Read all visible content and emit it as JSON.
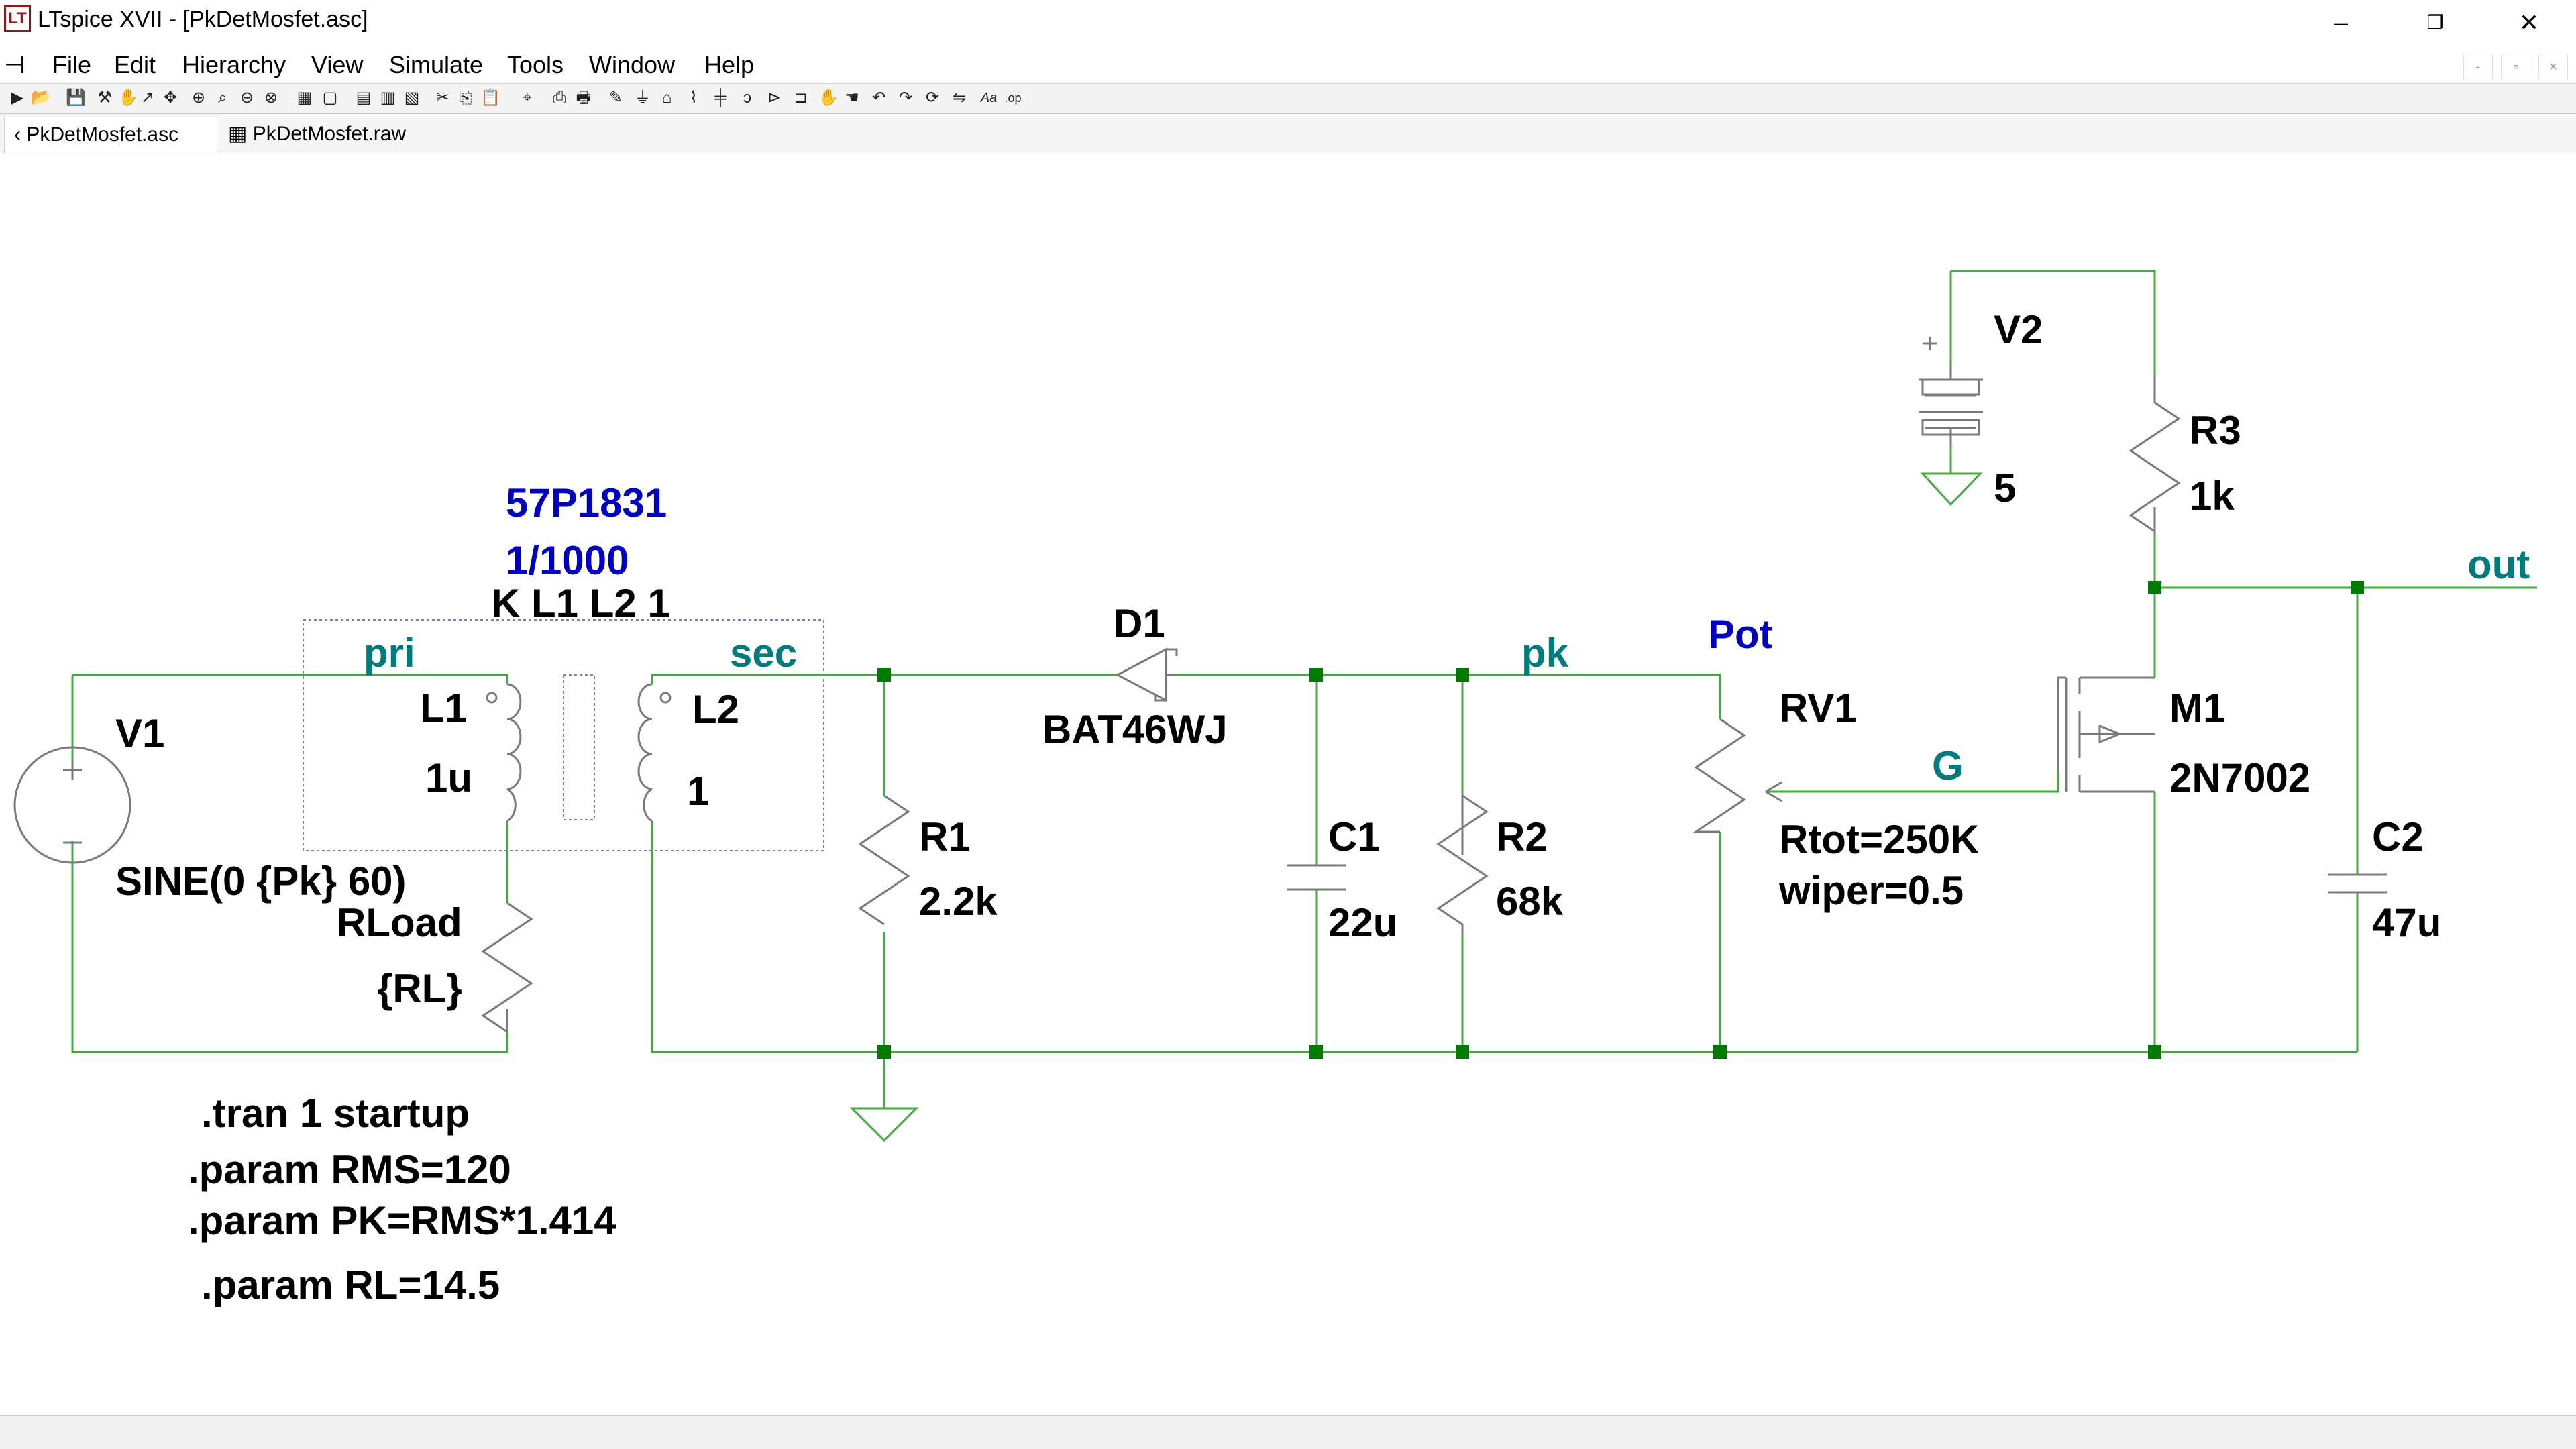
{
  "window": {
    "title": "LTspice XVII - [PkDetMosfet.asc]",
    "app_icon_glyph": "LT",
    "controls": {
      "minimize": "–",
      "restore": "❐",
      "close": "✕"
    }
  },
  "menu": {
    "items": [
      {
        "label": "File"
      },
      {
        "label": "Edit"
      },
      {
        "label": "Hierarchy"
      },
      {
        "label": "View"
      },
      {
        "label": "Simulate"
      },
      {
        "label": "Tools"
      },
      {
        "label": "Window"
      },
      {
        "label": "Help"
      }
    ],
    "mdi": {
      "minimize": "-",
      "restore": "▫",
      "close": "×"
    }
  },
  "tabs": [
    {
      "label": "PkDetMosfet.asc",
      "icon": "schematic-icon",
      "active": true
    },
    {
      "label": "PkDetMosfet.raw",
      "icon": "waveform-icon",
      "active": false
    }
  ],
  "schematic": {
    "colors": {
      "wire": "#44aa44",
      "junction": "#007a00",
      "component": "#7a7a7a",
      "netlabel": "#007b7b",
      "spice": "#0000c0",
      "text": "#000000"
    },
    "directives": {
      "part": "57P1831",
      "ratio": "1/1000",
      "coupling": "K L1 L2 1",
      "tran": ".tran 1 startup",
      "param_rms": ".param RMS=120",
      "param_pk": ".param PK=RMS*1.414",
      "param_rl": ".param RL=14.5"
    },
    "nets": {
      "pri": "pri",
      "sec": "sec",
      "pk": "pk",
      "out": "out",
      "g": "G"
    },
    "components": {
      "V1": {
        "name": "V1",
        "value": "SINE(0 {Pk} 60)"
      },
      "RLoad": {
        "name": "RLoad",
        "value": "{RL}"
      },
      "L1": {
        "name": "L1",
        "value": "1u"
      },
      "L2": {
        "name": "L2",
        "value": "1"
      },
      "D1": {
        "name": "D1",
        "value": "BAT46WJ"
      },
      "R1": {
        "name": "R1",
        "value": "2.2k"
      },
      "C1": {
        "name": "C1",
        "value": "22u"
      },
      "R2": {
        "name": "R2",
        "value": "68k"
      },
      "RV1": {
        "name": "RV1",
        "label": "Pot",
        "rtot": "Rtot=250K",
        "wiper": "wiper=0.5"
      },
      "V2": {
        "name": "V2",
        "value": "5"
      },
      "R3": {
        "name": "R3",
        "value": "1k"
      },
      "M1": {
        "name": "M1",
        "value": "2N7002"
      },
      "C2": {
        "name": "C2",
        "value": "47u"
      }
    }
  }
}
